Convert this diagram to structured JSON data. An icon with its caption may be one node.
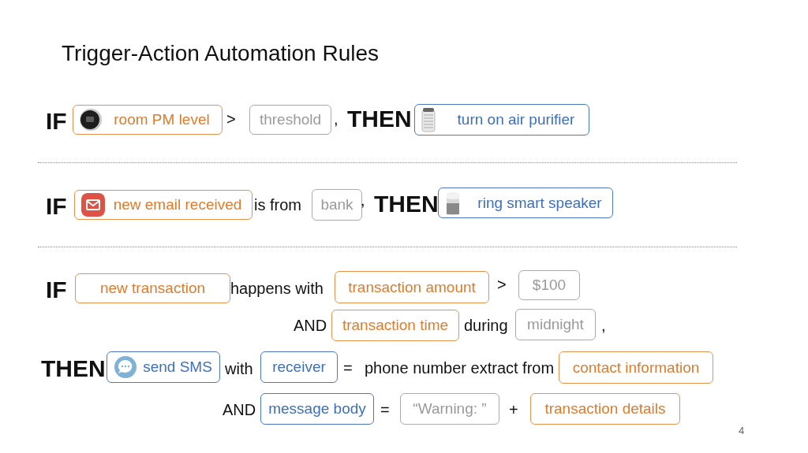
{
  "diagram": {
    "title": "Trigger-Action Automation Rules",
    "nodes": [
      {
        "text": [
          "room PM level"
        ]
      },
      {
        "text": [
          "threshold"
        ]
      },
      {
        "text": [
          "turn on air purifier"
        ]
      },
      {
        "text": [
          "new email received"
        ]
      },
      {
        "text": [
          "bank"
        ]
      },
      {
        "text": [
          "ring smart speaker"
        ]
      },
      {
        "text": [
          "new transaction"
        ]
      },
      {
        "text": [
          "transaction amount"
        ]
      },
      {
        "text": [
          "$100"
        ]
      },
      {
        "text": [
          "transaction time"
        ]
      },
      {
        "text": [
          "midnight"
        ]
      },
      {
        "text": [
          "send SMS"
        ]
      },
      {
        "text": [
          "receiver"
        ]
      },
      {
        "text": [
          "contact information"
        ]
      },
      {
        "text": [
          "message body"
        ]
      },
      {
        "text": [
          "“Warning: ”"
        ]
      },
      {
        "text": [
          "transaction details"
        ]
      }
    ],
    "labels": [
      "IF",
      ">",
      ",",
      "THEN",
      "IF",
      "is from",
      ",",
      "THEN",
      "IF",
      "happens with",
      ">",
      "AND",
      "during",
      ",",
      "THEN",
      "with",
      "=",
      "phone number extract from",
      "AND",
      "=",
      "+",
      "4"
    ]
  }
}
